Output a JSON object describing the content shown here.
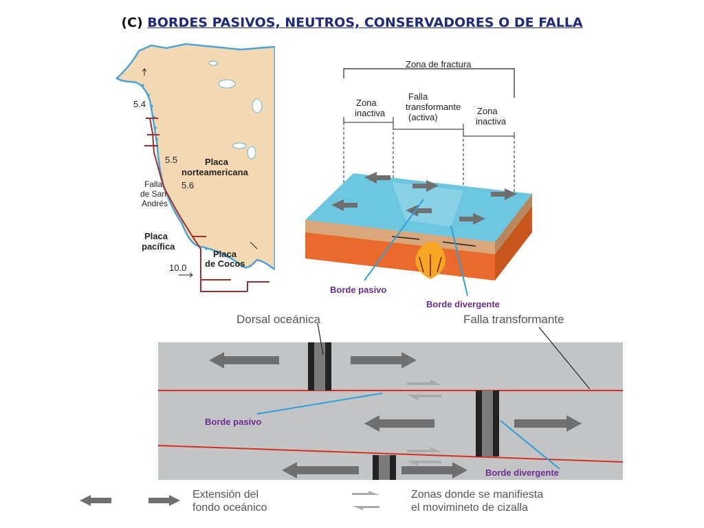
{
  "title": {
    "prefix": "(C)",
    "link": "BORDES PASIVOS, NEUTROS, CONSERVADORES O DE FALLA"
  },
  "map": {
    "numbers": [
      "5.4",
      "5.5",
      "5.6",
      "10.0"
    ],
    "placa_norte": [
      "Placa",
      "norteamericana"
    ],
    "falla": [
      "Falla",
      "de San",
      "Andrés"
    ],
    "placa_pacifica": [
      "Placa",
      "pacífica"
    ],
    "placa_cocos": [
      "Placa",
      "de Cocos"
    ]
  },
  "block": {
    "zona_fractura": "Zona de fractura",
    "zona_inactiva_left": [
      "Zona",
      "inactiva"
    ],
    "falla_transformante": [
      "Falla",
      "transformante",
      "(activa)"
    ],
    "zona_inactiva_right": [
      "Zona",
      "inactiva"
    ],
    "borde_pasivo": "Borde pasivo",
    "borde_divergente": "Borde divergente"
  },
  "bottom": {
    "dorsal": "Dorsal oceánica",
    "falla_transformante": "Falla transformante",
    "borde_pasivo": "Borde pasivo",
    "borde_divergente": "Borde divergente"
  },
  "legend": {
    "extension": [
      "Extensión del",
      "fondo oceánico"
    ],
    "cizalla": [
      "Zonas donde se manifiesta",
      "el movimineto de cizalla"
    ]
  },
  "colors": {
    "land": "#f3d9b1",
    "ocean": "#ffffff",
    "coast": "#4aa3d8",
    "plate_boundary": "#a52a2a",
    "water": "#6cc6e0",
    "crust": "#d9a77a",
    "mantle": "#e96a2c",
    "label_purple": "#6b2e8e",
    "pointer_blue": "#2e9fd8",
    "band_gray": "#c3c4c6",
    "fault_red": "#d62d20",
    "arrow_gray": "#6f6f6f"
  }
}
